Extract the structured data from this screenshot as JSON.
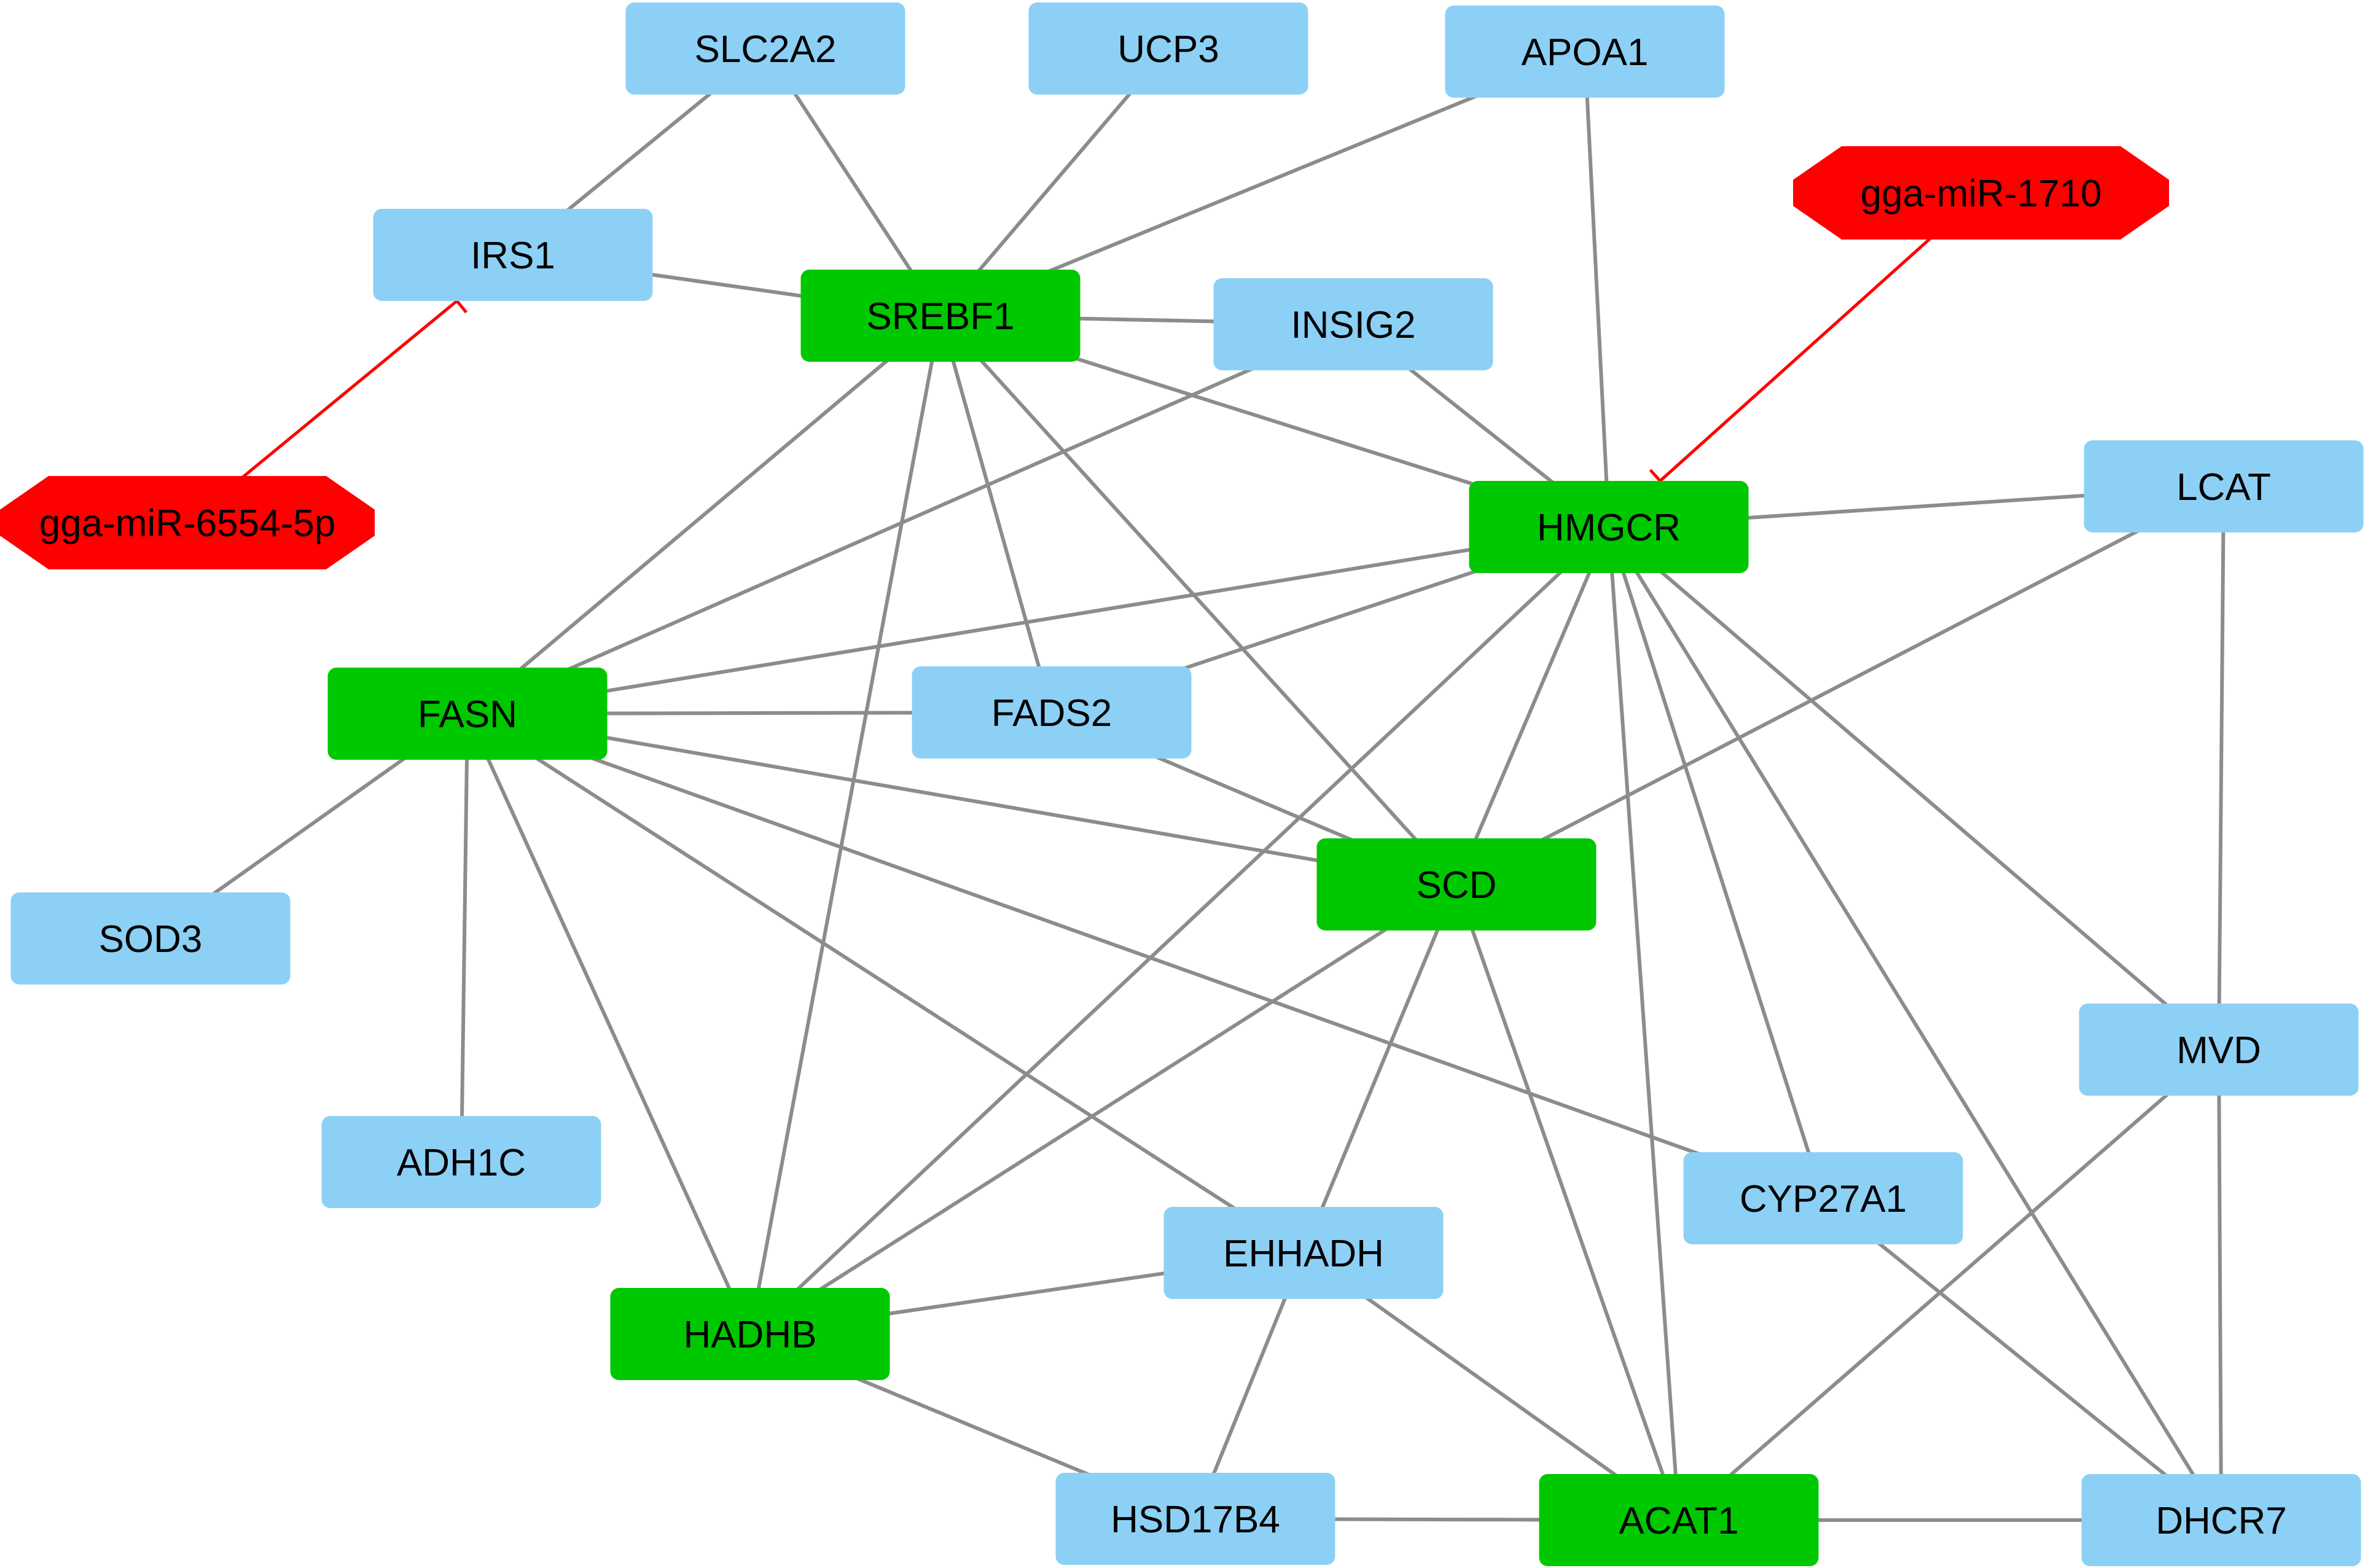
{
  "colors": {
    "edge": "#8c8c8c",
    "inhibition": "#ff0000",
    "gene_light": "#8dd0f5",
    "gene_hub": "#00c800",
    "mirna": "#ff0000",
    "text": "#000000"
  },
  "nodes": [
    {
      "id": "SLC2A2",
      "label": "SLC2A2",
      "kind": "gene_light"
    },
    {
      "id": "UCP3",
      "label": "UCP3",
      "kind": "gene_light"
    },
    {
      "id": "APOA1",
      "label": "APOA1",
      "kind": "gene_light"
    },
    {
      "id": "IRS1",
      "label": "IRS1",
      "kind": "gene_light"
    },
    {
      "id": "SREBF1",
      "label": "SREBF1",
      "kind": "gene_hub"
    },
    {
      "id": "INSIG2",
      "label": "INSIG2",
      "kind": "gene_light"
    },
    {
      "id": "MIR1710",
      "label": "gga-miR-1710",
      "kind": "mirna"
    },
    {
      "id": "MIR6554",
      "label": "gga-miR-6554-5p",
      "kind": "mirna"
    },
    {
      "id": "HMGCR",
      "label": "HMGCR",
      "kind": "gene_hub"
    },
    {
      "id": "LCAT",
      "label": "LCAT",
      "kind": "gene_light"
    },
    {
      "id": "FASN",
      "label": "FASN",
      "kind": "gene_hub"
    },
    {
      "id": "FADS2",
      "label": "FADS2",
      "kind": "gene_light"
    },
    {
      "id": "SCD",
      "label": "SCD",
      "kind": "gene_hub"
    },
    {
      "id": "SOD3",
      "label": "SOD3",
      "kind": "gene_light"
    },
    {
      "id": "MVD",
      "label": "MVD",
      "kind": "gene_light"
    },
    {
      "id": "ADH1C",
      "label": "ADH1C",
      "kind": "gene_light"
    },
    {
      "id": "CYP27A1",
      "label": "CYP27A1",
      "kind": "gene_light"
    },
    {
      "id": "EHHADH",
      "label": "EHHADH",
      "kind": "gene_light"
    },
    {
      "id": "HADHB",
      "label": "HADHB",
      "kind": "gene_hub"
    },
    {
      "id": "HSD17B4",
      "label": "HSD17B4",
      "kind": "gene_light"
    },
    {
      "id": "ACAT1",
      "label": "ACAT1",
      "kind": "gene_hub"
    },
    {
      "id": "DHCR7",
      "label": "DHCR7",
      "kind": "gene_light"
    }
  ],
  "edges": [
    {
      "source": "SLC2A2",
      "target": "IRS1"
    },
    {
      "source": "SLC2A2",
      "target": "SREBF1"
    },
    {
      "source": "UCP3",
      "target": "SREBF1"
    },
    {
      "source": "APOA1",
      "target": "SREBF1"
    },
    {
      "source": "APOA1",
      "target": "HMGCR"
    },
    {
      "source": "IRS1",
      "target": "SREBF1"
    },
    {
      "source": "SREBF1",
      "target": "INSIG2"
    },
    {
      "source": "SREBF1",
      "target": "HMGCR"
    },
    {
      "source": "SREBF1",
      "target": "FASN"
    },
    {
      "source": "SREBF1",
      "target": "FADS2"
    },
    {
      "source": "SREBF1",
      "target": "SCD"
    },
    {
      "source": "SREBF1",
      "target": "HADHB"
    },
    {
      "source": "INSIG2",
      "target": "HMGCR"
    },
    {
      "source": "INSIG2",
      "target": "FASN"
    },
    {
      "source": "HMGCR",
      "target": "LCAT"
    },
    {
      "source": "HMGCR",
      "target": "FASN"
    },
    {
      "source": "HMGCR",
      "target": "FADS2"
    },
    {
      "source": "HMGCR",
      "target": "SCD"
    },
    {
      "source": "HMGCR",
      "target": "HADHB"
    },
    {
      "source": "HMGCR",
      "target": "ACAT1"
    },
    {
      "source": "HMGCR",
      "target": "CYP27A1"
    },
    {
      "source": "HMGCR",
      "target": "MVD"
    },
    {
      "source": "HMGCR",
      "target": "DHCR7"
    },
    {
      "source": "LCAT",
      "target": "SCD"
    },
    {
      "source": "LCAT",
      "target": "MVD"
    },
    {
      "source": "FASN",
      "target": "FADS2"
    },
    {
      "source": "FASN",
      "target": "SCD"
    },
    {
      "source": "FASN",
      "target": "SOD3"
    },
    {
      "source": "FASN",
      "target": "ADH1C"
    },
    {
      "source": "FASN",
      "target": "HADHB"
    },
    {
      "source": "FASN",
      "target": "EHHADH"
    },
    {
      "source": "FASN",
      "target": "CYP27A1"
    },
    {
      "source": "FADS2",
      "target": "SCD"
    },
    {
      "source": "SCD",
      "target": "HADHB"
    },
    {
      "source": "SCD",
      "target": "EHHADH"
    },
    {
      "source": "SCD",
      "target": "ACAT1"
    },
    {
      "source": "MVD",
      "target": "ACAT1"
    },
    {
      "source": "MVD",
      "target": "DHCR7"
    },
    {
      "source": "CYP27A1",
      "target": "DHCR7"
    },
    {
      "source": "EHHADH",
      "target": "HADHB"
    },
    {
      "source": "EHHADH",
      "target": "HSD17B4"
    },
    {
      "source": "EHHADH",
      "target": "ACAT1"
    },
    {
      "source": "HADHB",
      "target": "HSD17B4"
    },
    {
      "source": "HSD17B4",
      "target": "ACAT1"
    },
    {
      "source": "ACAT1",
      "target": "DHCR7"
    }
  ],
  "inhibitions": [
    {
      "source": "MIR1710",
      "target": "HMGCR"
    },
    {
      "source": "MIR6554",
      "target": "IRS1"
    }
  ]
}
